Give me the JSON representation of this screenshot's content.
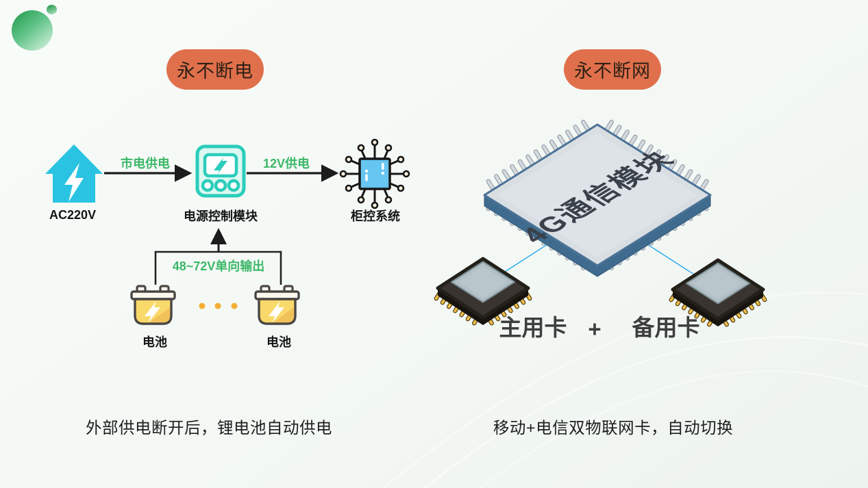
{
  "slide": {
    "colors": {
      "background": "#f3f8f4",
      "badge": "#e0704c",
      "accent_green": "#3cb768",
      "house_cyan": "#2ac4e2",
      "module_teal": "#2bcdbb",
      "chip_blue": "#66c5f1",
      "battery_yellow": "#f9d96a",
      "ribbon_blue": "#25a8ef",
      "pin_silver": "#d4d9de",
      "pin_gold": "#edbd4d"
    },
    "icons": {
      "logo": "green-gradient-circle",
      "left_icons": [
        "house-lightning",
        "power-controller",
        "circuit-chip",
        "battery",
        "battery"
      ],
      "right_icons": [
        "4g-chip-isometric",
        "sim-chip-isometric",
        "sim-chip-isometric"
      ]
    }
  },
  "left": {
    "badge": "永不断电",
    "source_label": "AC220V",
    "mains_label": "市电供电",
    "module_label": "电源控制模块",
    "supply12_label": "12V供电",
    "system_label": "柜控系统",
    "battery_out_label": "48~72V单向输出",
    "battery1_label": "电池",
    "battery2_label": "电池",
    "caption": "外部供电断开后，锂电池自动供电"
  },
  "right": {
    "badge": "永不断网",
    "chip_label": "4G通信模块",
    "sim_primary": "主用卡",
    "plus": "+",
    "sim_backup": "备用卡",
    "caption": "移动+电信双物联网卡，自动切换"
  }
}
